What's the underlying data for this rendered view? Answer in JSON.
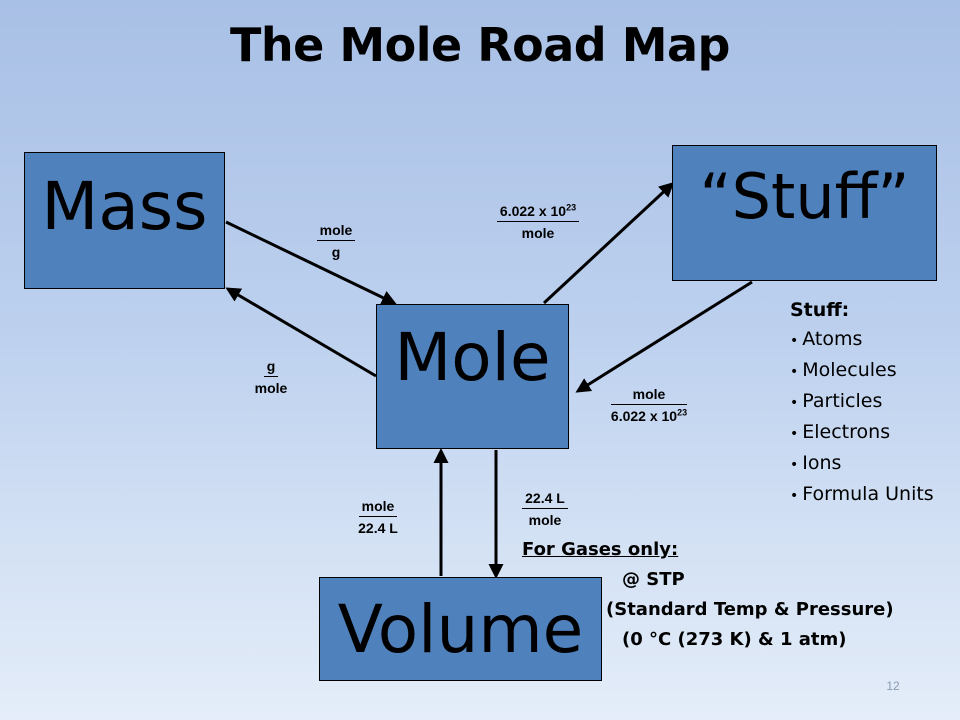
{
  "title": "The Mole Road Map",
  "nodes": {
    "mass": "Mass",
    "stuff": "“Stuff”",
    "mole": "Mole",
    "volume": "Volume"
  },
  "conversions": {
    "mass_to_mole": {
      "num": "mole",
      "den": "g"
    },
    "mole_to_mass": {
      "num": "g",
      "den": "mole"
    },
    "mole_to_stuff": {
      "num": "6.022 x 10",
      "num_exp": "23",
      "den": "mole"
    },
    "stuff_to_mole": {
      "num": "mole",
      "den": "6.022 x 10",
      "den_exp": "23"
    },
    "volume_to_mole": {
      "num": "mole",
      "den": "22.4 L"
    },
    "mole_to_volume": {
      "num": "22.4 L",
      "den": "mole"
    }
  },
  "stuff_list": {
    "heading": "Stuff:",
    "items": [
      "Atoms",
      "Molecules",
      "Particles",
      "Electrons",
      "Ions",
      "Formula Units"
    ]
  },
  "gas_note": {
    "heading": "For Gases only:",
    "line1": "@ STP",
    "line2": "(Standard Temp & Pressure)",
    "line3": "(0 °C (273 K) & 1 atm)"
  },
  "slide_number": "12",
  "colors": {
    "box_fill": "#4f81bd",
    "arrow": "#000000"
  }
}
